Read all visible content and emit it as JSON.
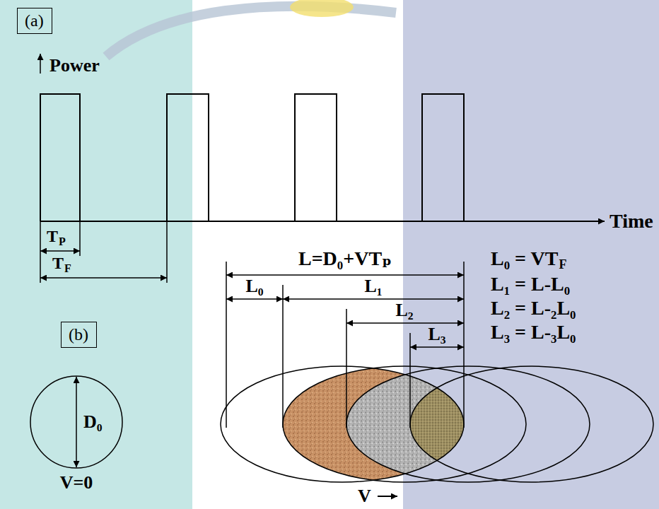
{
  "diagram": {
    "nodes": [
      {
        "text": [
          "(a)"
        ]
      },
      {
        "text": [
          "(b)"
        ]
      },
      {
        "text": [
          "D₀",
          "V=0"
        ]
      }
    ],
    "labels": [
      "Power",
      "Time",
      "T",
      "P",
      "T",
      "F",
      "L=D₀+VTₚ",
      "L₀",
      "L₁",
      "L₂",
      "L₃",
      "L₀ = VT",
      "F",
      "L₁ = L-L₀",
      "L₂ = L-₂L₀",
      "L₃ = L-₃L₀",
      "V"
    ]
  }
}
